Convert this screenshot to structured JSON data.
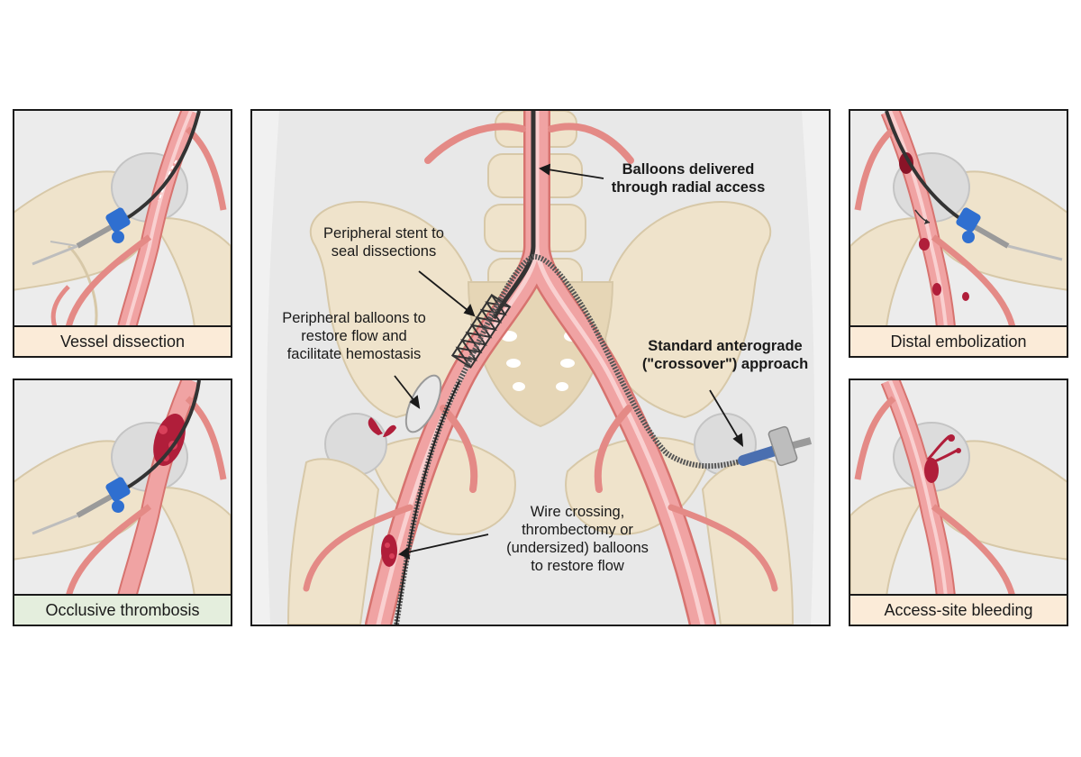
{
  "panels": {
    "vessel_dissection": "Vessel dissection",
    "occlusive_thrombosis": "Occlusive thrombosis",
    "distal_embolization": "Distal embolization",
    "access_site_bleeding": "Access-site bleeding"
  },
  "center": {
    "balloons_radial": [
      "Balloons delivered",
      "through radial access"
    ],
    "stent": [
      "Peripheral stent to",
      "seal dissections"
    ],
    "peripheral_balloons": [
      "Peripheral balloons to",
      "restore flow and",
      "facilitate hemostasis"
    ],
    "standard_approach": [
      "Standard anterograde",
      "(\"crossover\") approach"
    ],
    "wire_crossing": [
      "Wire crossing,",
      "thrombectomy or",
      "(undersized) balloons",
      "to restore flow"
    ]
  },
  "colors": {
    "artery": "#f0a3a3",
    "artery_edge": "#d7736f",
    "bone": "#efe3cb",
    "bone_edge": "#d7c8a8",
    "panel_bg": "#ececec",
    "wire": "#333333",
    "sheath_blue": "#2f6fd0",
    "clot": "#b01e3a",
    "caption_peach": "#fbebd8",
    "caption_green": "#e4eedd"
  }
}
